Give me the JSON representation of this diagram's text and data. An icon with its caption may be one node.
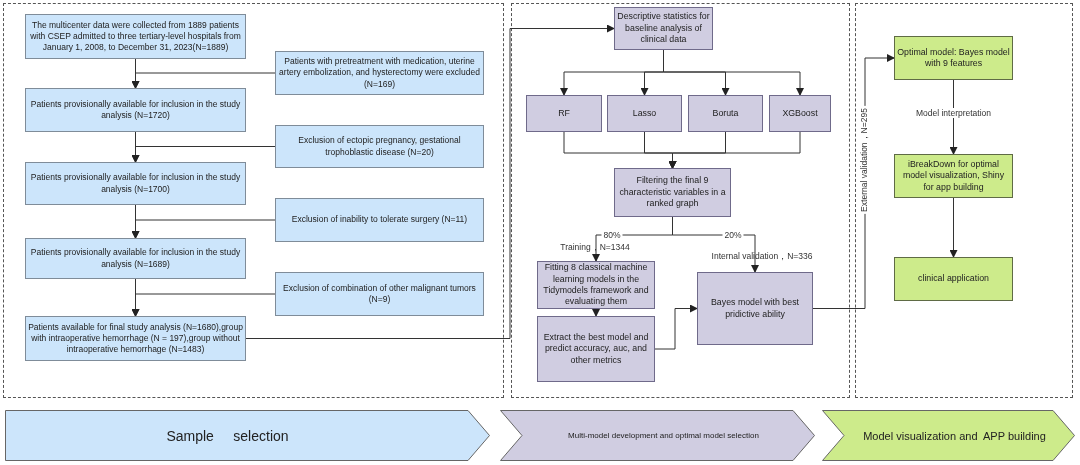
{
  "diagram": {
    "nodes": [
      {
        "text": [
          "The multicenter data were collected from 1889 patients with CSEP admitted to three tertiary-level hospitals from January 1, 2008, to December 31, 2023(N=1889)"
        ]
      },
      {
        "text": [
          "Patients with pretreatment with medication, uterine artery embolization, and hysterectomy were excluded (N=169)"
        ]
      },
      {
        "text": [
          "Patients provisionally available for inclusion in the study analysis (N=1720)"
        ]
      },
      {
        "text": [
          "Exclusion of ectopic pregnancy, gestational trophoblastic disease (N=20)"
        ]
      },
      {
        "text": [
          "Patients provisionally available for inclusion in the study analysis (N=1700)"
        ]
      },
      {
        "text": [
          "Exclusion of inability to tolerate surgery (N=11)"
        ]
      },
      {
        "text": [
          "Patients provisionally available for inclusion in the study analysis (N=1689)"
        ]
      },
      {
        "text": [
          "Exclusion of combination of other malignant tumors (N=9)"
        ]
      },
      {
        "text": [
          "Patients available for final study analysis (N=1680),group with intraoperative hemorrhage (N = 197),group without intraoperative hemorrhage (N=1483)"
        ]
      },
      {
        "text": [
          "Descriptive statistics for baseline analysis of clinical data"
        ]
      },
      {
        "text": [
          "RF"
        ]
      },
      {
        "text": [
          "Lasso"
        ]
      },
      {
        "text": [
          "Boruta"
        ]
      },
      {
        "text": [
          "XGBoost"
        ]
      },
      {
        "text": [
          "Filtering the final 9 characteristic variables in a ranked graph"
        ]
      },
      {
        "text": [
          "Fitting 8 classical machine learning models in the Tidymodels framework and evaluating them"
        ]
      },
      {
        "text": [
          "Extract the best model and predict accuracy, auc, and other metrics"
        ]
      },
      {
        "text": [
          "Bayes model with best pridictive ability"
        ]
      },
      {
        "text": [
          "Optimal model: Bayes model with 9 features"
        ]
      },
      {
        "text": [
          "iBreakDown for optimal model visualization, Shiny for app building"
        ]
      },
      {
        "text": [
          "clinical application"
        ]
      },
      {
        "text": [
          "Sample     selection"
        ]
      },
      {
        "text": [
          "Multi-model development and optimal model selection"
        ]
      },
      {
        "text": [
          "Model visualization and  APP building"
        ]
      }
    ],
    "edges": [
      {
        "from": 0,
        "to": 2,
        "arrow": "to"
      },
      {
        "from": 1,
        "to": 2,
        "arrow": "to"
      },
      {
        "from": 2,
        "to": 4,
        "arrow": "to"
      },
      {
        "from": 3,
        "to": 4,
        "arrow": "to"
      },
      {
        "from": 4,
        "to": 6,
        "arrow": "to"
      },
      {
        "from": 5,
        "to": 6,
        "arrow": "to"
      },
      {
        "from": 6,
        "to": 8,
        "arrow": "to"
      },
      {
        "from": 7,
        "to": 8,
        "arrow": "to"
      },
      {
        "from": 8,
        "to": 9,
        "arrow": "to"
      },
      {
        "from": 9,
        "to": 10,
        "arrow": "to"
      },
      {
        "from": 9,
        "to": 11,
        "arrow": "to"
      },
      {
        "from": 9,
        "to": 12,
        "arrow": "to"
      },
      {
        "from": 9,
        "to": 13,
        "arrow": "to"
      },
      {
        "from": 10,
        "to": 14,
        "arrow": "to"
      },
      {
        "from": 11,
        "to": 14,
        "arrow": "to"
      },
      {
        "from": 12,
        "to": 14,
        "arrow": "to"
      },
      {
        "from": 13,
        "to": 14,
        "arrow": "to"
      },
      {
        "from": 14,
        "to": 15,
        "arrow": "to",
        "label": "80%"
      },
      {
        "from": 14,
        "to": 17,
        "arrow": "to",
        "label": "20%"
      },
      {
        "from": 15,
        "to": 16,
        "arrow": "to"
      },
      {
        "from": 16,
        "to": 17,
        "arrow": "to"
      },
      {
        "from": 17,
        "to": 18,
        "arrow": "to",
        "label": "External validation，N=295"
      },
      {
        "from": 18,
        "to": 19,
        "arrow": "to",
        "label": "Model interpretation"
      },
      {
        "from": 19,
        "to": 20,
        "arrow": "to"
      }
    ],
    "labels": [
      "Training，N=1344",
      "Internal validation，N=336"
    ]
  }
}
